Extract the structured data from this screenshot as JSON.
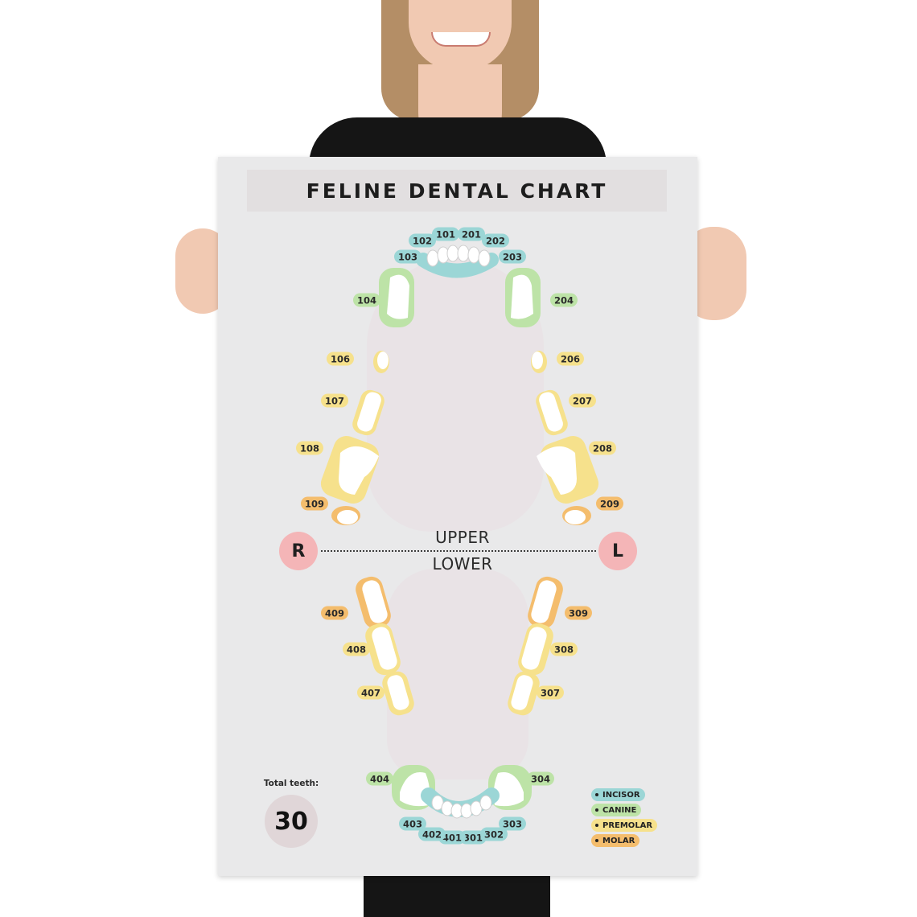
{
  "title": "FELINE DENTAL CHART",
  "jaw_labels": {
    "upper": "UPPER",
    "lower": "LOWER"
  },
  "sides": {
    "right": "R",
    "left": "L"
  },
  "total": {
    "label": "Total teeth:",
    "value": "30"
  },
  "legend": [
    {
      "label": "INCISOR",
      "type": "incisor"
    },
    {
      "label": "CANINE",
      "type": "canine"
    },
    {
      "label": "PREMOLAR",
      "type": "premolar"
    },
    {
      "label": "MOLAR",
      "type": "molar"
    }
  ],
  "colors": {
    "incisor": "#9bd6d6",
    "canine": "#bde3a7",
    "premolar": "#f6e18c",
    "molar": "#f4bd6d",
    "side_marker": "#f4b5b7"
  },
  "teeth": {
    "upper_right": [
      {
        "id": "101",
        "type": "incisor"
      },
      {
        "id": "102",
        "type": "incisor"
      },
      {
        "id": "103",
        "type": "incisor"
      },
      {
        "id": "104",
        "type": "canine"
      },
      {
        "id": "106",
        "type": "premolar"
      },
      {
        "id": "107",
        "type": "premolar"
      },
      {
        "id": "108",
        "type": "premolar"
      },
      {
        "id": "109",
        "type": "molar"
      }
    ],
    "upper_left": [
      {
        "id": "201",
        "type": "incisor"
      },
      {
        "id": "202",
        "type": "incisor"
      },
      {
        "id": "203",
        "type": "incisor"
      },
      {
        "id": "204",
        "type": "canine"
      },
      {
        "id": "206",
        "type": "premolar"
      },
      {
        "id": "207",
        "type": "premolar"
      },
      {
        "id": "208",
        "type": "premolar"
      },
      {
        "id": "209",
        "type": "molar"
      }
    ],
    "lower_left": [
      {
        "id": "301",
        "type": "incisor"
      },
      {
        "id": "302",
        "type": "incisor"
      },
      {
        "id": "303",
        "type": "incisor"
      },
      {
        "id": "304",
        "type": "canine"
      },
      {
        "id": "307",
        "type": "premolar"
      },
      {
        "id": "308",
        "type": "premolar"
      },
      {
        "id": "309",
        "type": "molar"
      }
    ],
    "lower_right": [
      {
        "id": "401",
        "type": "incisor"
      },
      {
        "id": "402",
        "type": "incisor"
      },
      {
        "id": "403",
        "type": "incisor"
      },
      {
        "id": "404",
        "type": "canine"
      },
      {
        "id": "407",
        "type": "premolar"
      },
      {
        "id": "408",
        "type": "premolar"
      },
      {
        "id": "409",
        "type": "molar"
      }
    ]
  }
}
